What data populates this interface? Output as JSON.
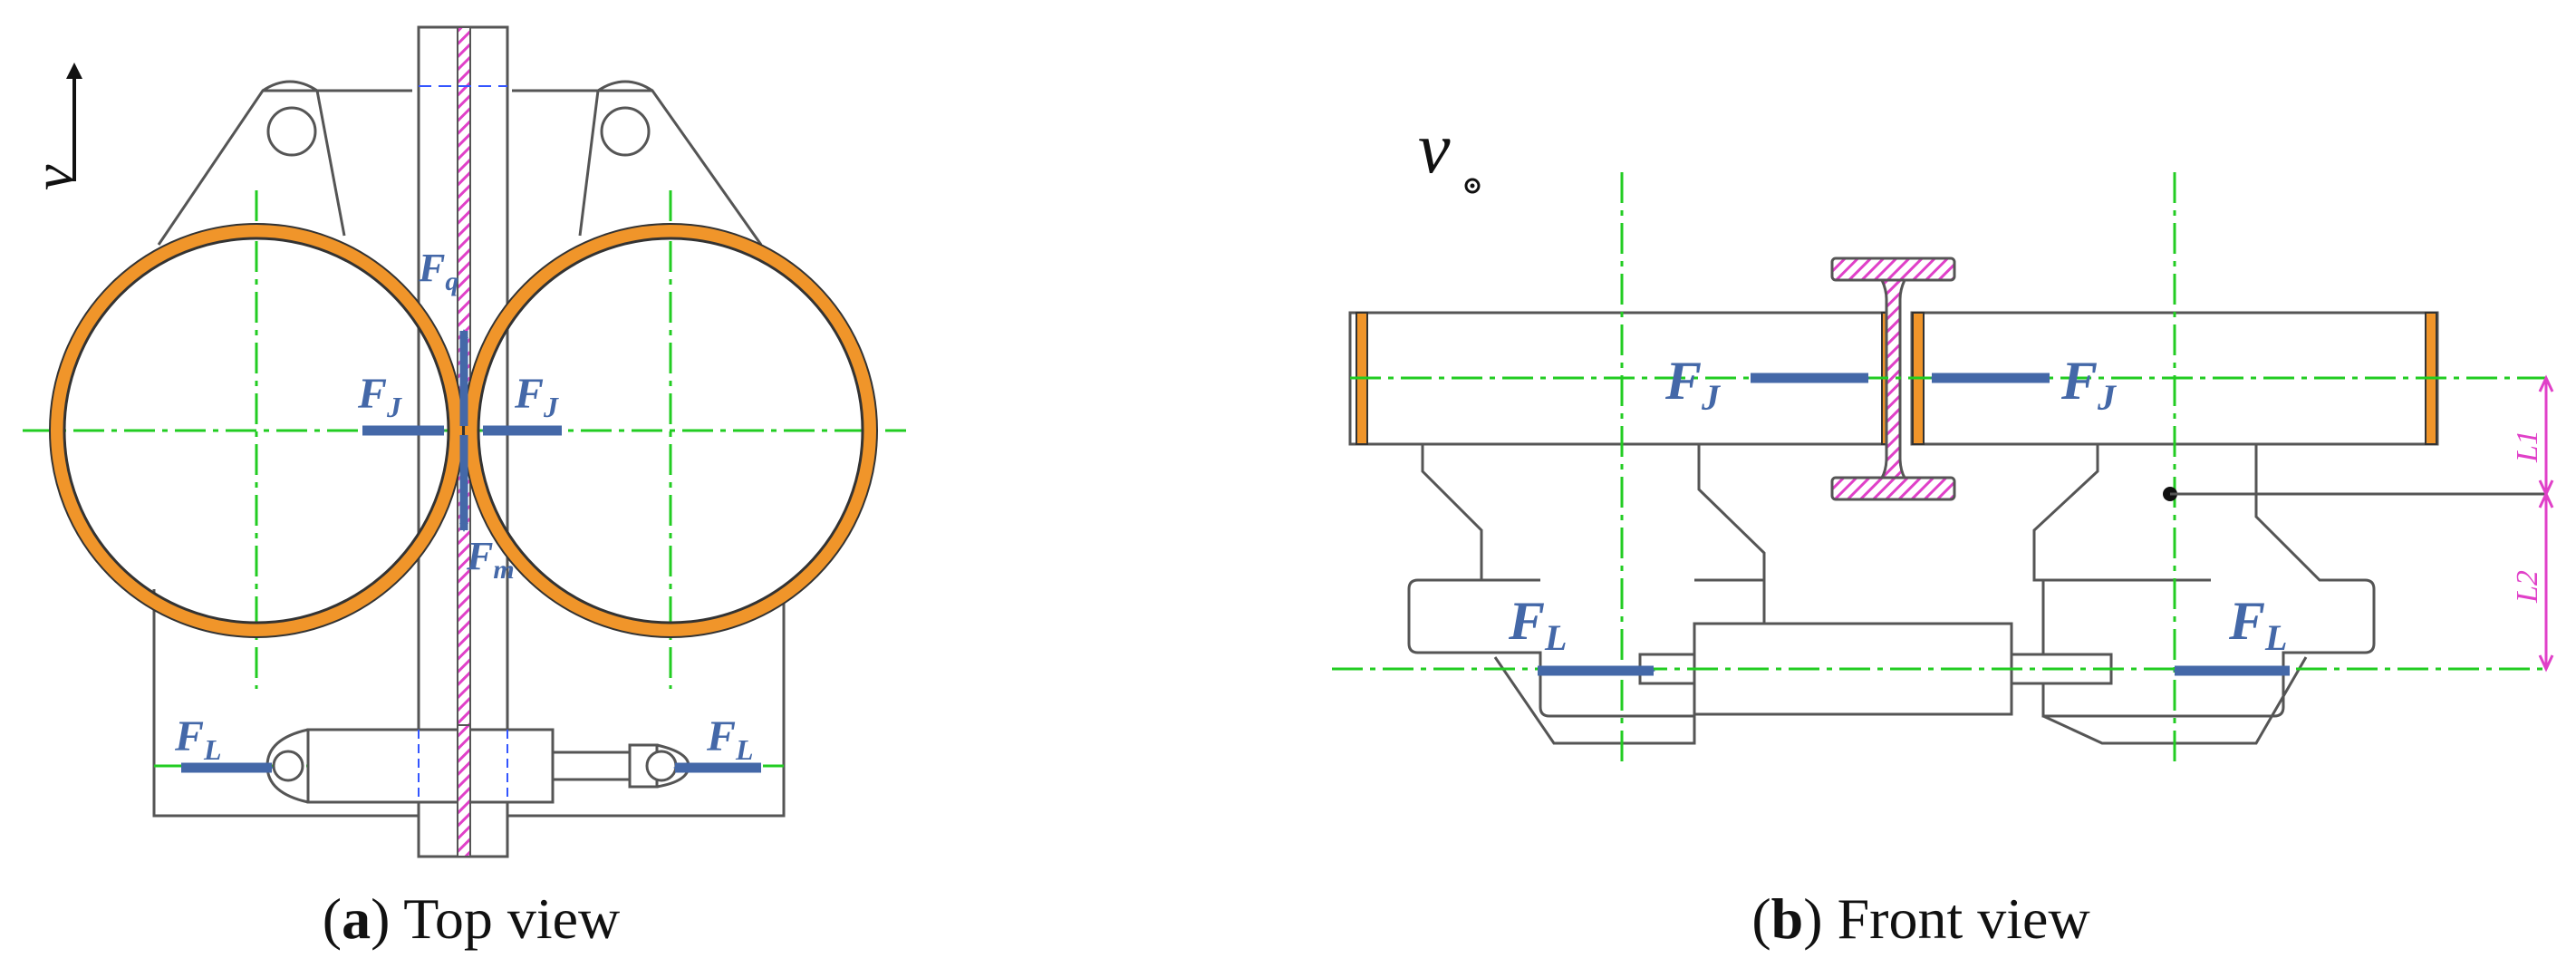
{
  "colors": {
    "force_arrow": "#4468a8",
    "roller_rim": "#f0952a",
    "center_line": "#22cc22",
    "rail_hatch": "#e040c8",
    "dimension": "#e040c8",
    "outline": "#444444"
  },
  "top_view": {
    "velocity": {
      "symbol": "v"
    },
    "forces": {
      "fq": {
        "symbol": "F",
        "sub": "q"
      },
      "fm": {
        "symbol": "F",
        "sub": "m"
      },
      "fj_left": {
        "symbol": "F",
        "sub": "J"
      },
      "fj_right": {
        "symbol": "F",
        "sub": "J"
      },
      "fl_left": {
        "symbol": "F",
        "sub": "L"
      },
      "fl_right": {
        "symbol": "F",
        "sub": "L"
      }
    },
    "caption": {
      "letter": "a",
      "text": ") Top view",
      "open": "("
    }
  },
  "front_view": {
    "velocity": {
      "symbol": "v"
    },
    "forces": {
      "fj_left": {
        "symbol": "F",
        "sub": "J"
      },
      "fj_right": {
        "symbol": "F",
        "sub": "J"
      },
      "fl_left": {
        "symbol": "F",
        "sub": "L"
      },
      "fl_right": {
        "symbol": "F",
        "sub": "L"
      }
    },
    "dimensions": {
      "l1": "L1",
      "l2": "L2"
    },
    "caption": {
      "letter": "b",
      "text": ") Front view",
      "open": "("
    }
  }
}
